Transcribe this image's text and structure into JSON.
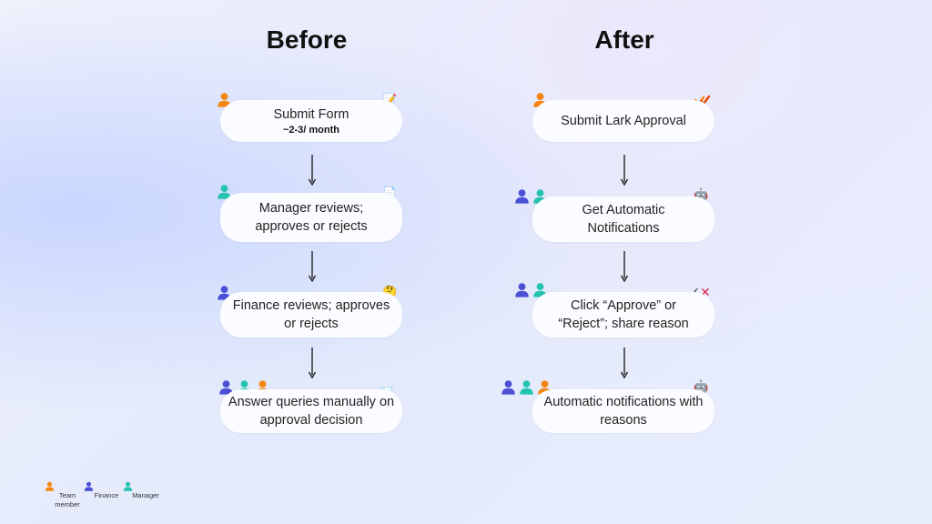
{
  "colors": {
    "team_member": "#f5850f",
    "finance": "#4a4fd6",
    "manager": "#23c3b0"
  },
  "before": {
    "title": "Before",
    "steps": [
      {
        "text": "Submit Form",
        "sub": "~2-3/ month",
        "people": [
          "team_member"
        ],
        "icon": "memo-icon"
      },
      {
        "text": "Manager reviews; approves or rejects",
        "people": [
          "manager"
        ],
        "icon": "document-icon"
      },
      {
        "text": "Finance reviews; approves or rejects",
        "people": [
          "finance"
        ],
        "icon": "thinking-face-icon"
      },
      {
        "text": "Answer queries manually on approval decision",
        "people": [
          "finance",
          "manager",
          "team_member"
        ],
        "icon": "envelope-icon"
      }
    ]
  },
  "after": {
    "title": "After",
    "steps": [
      {
        "text": "Submit Lark Approval",
        "people": [
          "team_member"
        ],
        "icon": "lark-logo-icon"
      },
      {
        "text": "Get Automatic Notifications",
        "people": [
          "finance",
          "manager"
        ],
        "icon": "robot-icon"
      },
      {
        "text": "Click “Approve” or “Reject”; share reason",
        "people": [
          "finance",
          "manager"
        ],
        "icon": "check-cross-icon"
      },
      {
        "text": "Automatic notifications with reasons",
        "people": [
          "finance",
          "manager",
          "team_member"
        ],
        "icon": "robot-icon"
      }
    ]
  },
  "legend": [
    {
      "role": "team_member",
      "label": "Team member"
    },
    {
      "role": "finance",
      "label": "Finance"
    },
    {
      "role": "manager",
      "label": "Manager"
    }
  ]
}
